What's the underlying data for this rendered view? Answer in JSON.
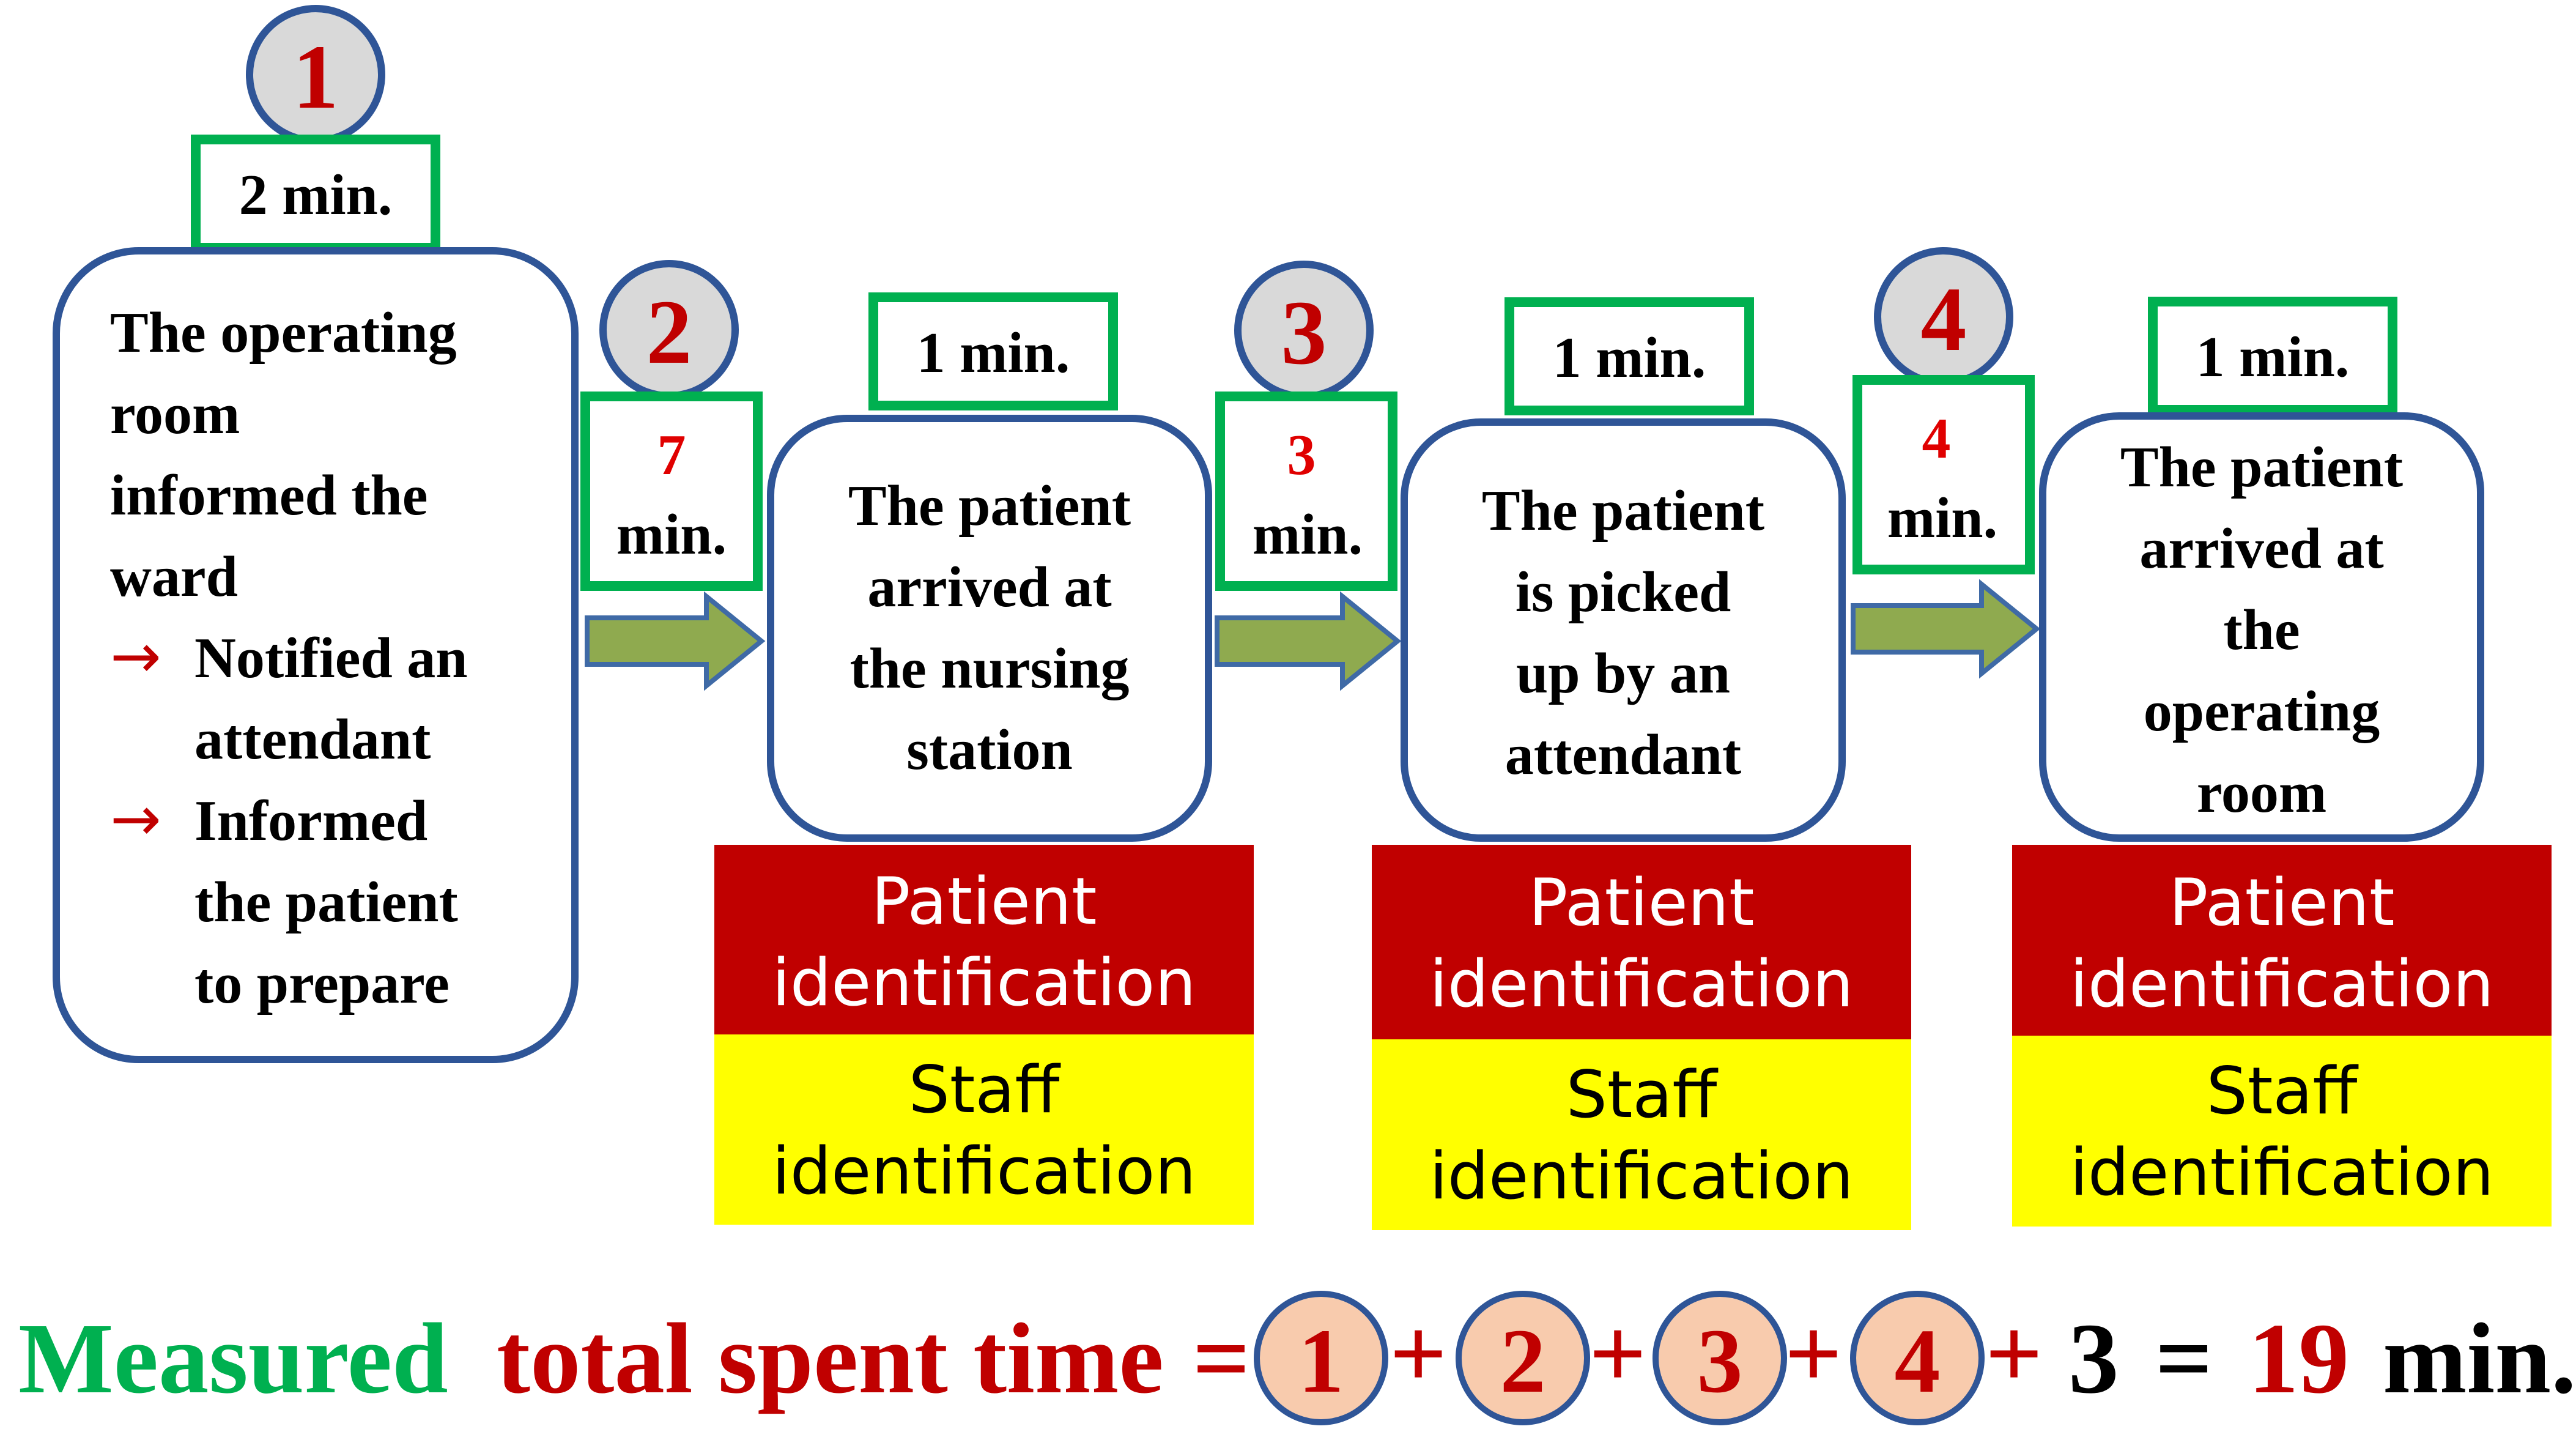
{
  "steps": [
    {
      "number": "1",
      "duration": "2 min."
    },
    {
      "number": "2",
      "interval_value": "7",
      "interval_unit": "min."
    },
    {
      "number": "3",
      "interval_value": "3",
      "interval_unit": "min."
    },
    {
      "number": "4",
      "interval_value": "4",
      "interval_unit": "min."
    }
  ],
  "boxes": [
    {
      "lines": [
        "The operating",
        "room",
        "informed the",
        "ward"
      ],
      "bullets": [
        {
          "arrow": "→",
          "lines": [
            "Notified an",
            "attendant"
          ]
        },
        {
          "arrow": "→",
          "lines": [
            "Informed",
            "the patient",
            "to prepare"
          ]
        }
      ]
    },
    {
      "duration": "1 min.",
      "lines": [
        "The patient",
        "arrived at",
        "the nursing",
        "station"
      ]
    },
    {
      "duration": "1 min.",
      "lines": [
        "The patient",
        "is picked",
        "up by an",
        "attendant"
      ]
    },
    {
      "duration": "1 min.",
      "lines": [
        "The patient",
        "arrived at",
        "the",
        "operating",
        "room"
      ]
    }
  ],
  "identification": [
    {
      "patient": [
        "Patient",
        "identification"
      ],
      "staff": [
        "Staff",
        "identification"
      ]
    },
    {
      "patient": [
        "Patient",
        "identification"
      ],
      "staff": [
        "Staff",
        "identification"
      ]
    },
    {
      "patient": [
        "Patient",
        "identification"
      ],
      "staff": [
        "Staff",
        "identification"
      ]
    }
  ],
  "formula": {
    "measured": "Measured",
    "total_spent_time": "total spent time",
    "equals": "=",
    "terms": [
      "1",
      "2",
      "3",
      "4"
    ],
    "plus": "+",
    "constant": "3",
    "equals2": "=",
    "result": "19",
    "unit": "min."
  },
  "colors": {
    "box_border": "#2f5597",
    "duration_border": "#00b050",
    "step_circle_fill": "#d9d9d9",
    "step_number": "#c00000",
    "patient_id_bg": "#c00000",
    "staff_id_bg": "#ffff00",
    "arrow_fill": "#8faa4f",
    "arrow_border": "#3f6aa6",
    "formula_green": "#00b050",
    "formula_red": "#c00000",
    "formula_circle_fill": "#f8cbad"
  }
}
